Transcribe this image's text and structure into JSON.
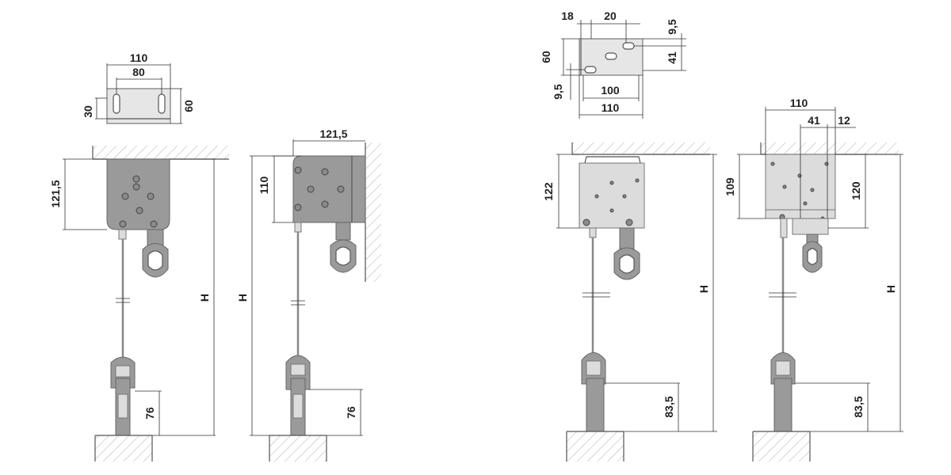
{
  "views": {
    "small": {
      "bracket": {
        "w_outer": "110",
        "w_holes": "80",
        "h_left": "30",
        "h_right": "60"
      },
      "front": {
        "height": "121,5",
        "h_total": "H",
        "bottom": "76"
      },
      "side": {
        "width": "121,5",
        "height": "110",
        "h_total": "H",
        "bottom": "76"
      }
    },
    "large": {
      "bracket": {
        "top_left": "18",
        "top_mid": "20",
        "right_top": "9,5",
        "right_mid": "41",
        "left_h": "60",
        "left_bottom": "9,5",
        "bottom_inner": "100",
        "bottom_outer": "110"
      },
      "front": {
        "height": "122",
        "h_total": "H",
        "bottom": "83,5"
      },
      "side": {
        "width": "110",
        "offset_41": "41",
        "offset_12": "12",
        "h_left": "109",
        "h_right": "120",
        "h_total": "H",
        "bottom": "83,5"
      }
    }
  }
}
